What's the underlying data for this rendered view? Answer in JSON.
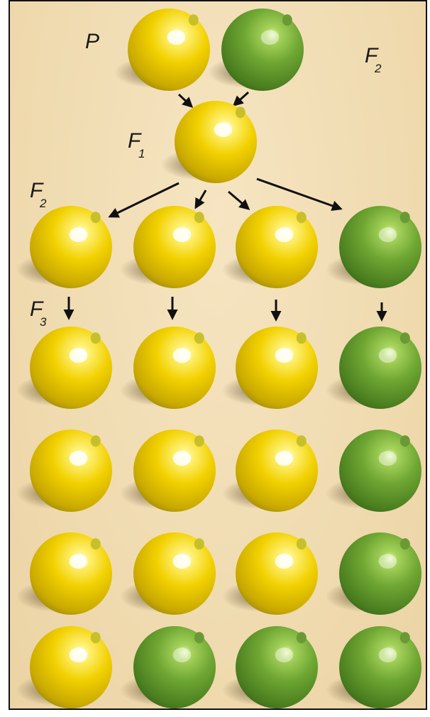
{
  "labels": {
    "p": "P",
    "f1_main": "F",
    "f1_sub": "1",
    "f2_main": "F",
    "f2_sub": "2",
    "f2_right_main": "F",
    "f2_right_sub": "2",
    "f3_main": "F",
    "f3_sub": "3"
  },
  "colors": {
    "yellow_pea": "#f2d100",
    "green_pea": "#6fa733",
    "background": "#f2dfb8",
    "arrow": "#111111"
  },
  "generations": {
    "P": [
      "yellow",
      "green"
    ],
    "F1": [
      "yellow"
    ],
    "F2": [
      "yellow",
      "yellow",
      "yellow",
      "green"
    ],
    "F3": [
      [
        "yellow",
        "yellow",
        "yellow",
        "green"
      ],
      [
        "yellow",
        "yellow",
        "yellow",
        "green"
      ],
      [
        "yellow",
        "yellow",
        "yellow",
        "green"
      ],
      [
        "yellow",
        "green",
        "green",
        "green"
      ]
    ]
  },
  "icons": [
    "yellow-pea-icon",
    "green-pea-icon",
    "arrow-icon"
  ]
}
